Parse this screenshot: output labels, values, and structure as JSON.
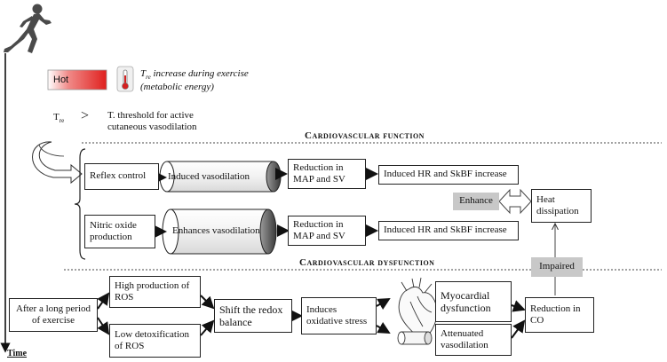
{
  "legend": {
    "hot_label": "Hot",
    "tre_increase_line1": "increase during exercise",
    "tre_increase_line2": "(metabolic energy)",
    "tre_symbol": "T",
    "tre_subscript": "re",
    "greater_than": ">",
    "threshold_line1": "T. threshold for active",
    "threshold_line2": "cutaneous vasodilation"
  },
  "axis": {
    "time_label": "Time"
  },
  "function_section": {
    "heading": "Cardiovascular function",
    "reflex_control": "Reflex control",
    "induced_vasodilation": "Induced vasodilation",
    "reduction_map_sv_1": "Reduction in MAP and SV",
    "induced_hr_1": "Induced HR and SkBF increase",
    "nitric_oxide": "Nitric oxide production",
    "enhances_vasodilation": "Enhances vasodilation",
    "reduction_map_sv_2": "Reduction in MAP and SV",
    "induced_hr_2": "Induced HR and SkBF increase",
    "enhance_label": "Enhance",
    "heat_dissipation": "Heat dissipation"
  },
  "dysfunction_section": {
    "heading": "Cardiovascular dysfunction",
    "impaired_label": "Impaired",
    "after_long": "After a long period of exercise",
    "high_ros": "High production of ROS",
    "low_detox": "Low detoxification of ROS",
    "shift_redox": "Shift the redox balance",
    "induces_ox": "Induces oxidative stress",
    "myocardial": "Myocardial dysfunction",
    "attenuated": "Attenuated vasodilation",
    "reduction_co": "Reduction in CO"
  },
  "colors": {
    "hot_gradient_start": "#ffffff",
    "hot_gradient_end": "#e8302e",
    "gray_box": "#c8c8c8",
    "cylinder_dark": "#5a5a5a"
  }
}
